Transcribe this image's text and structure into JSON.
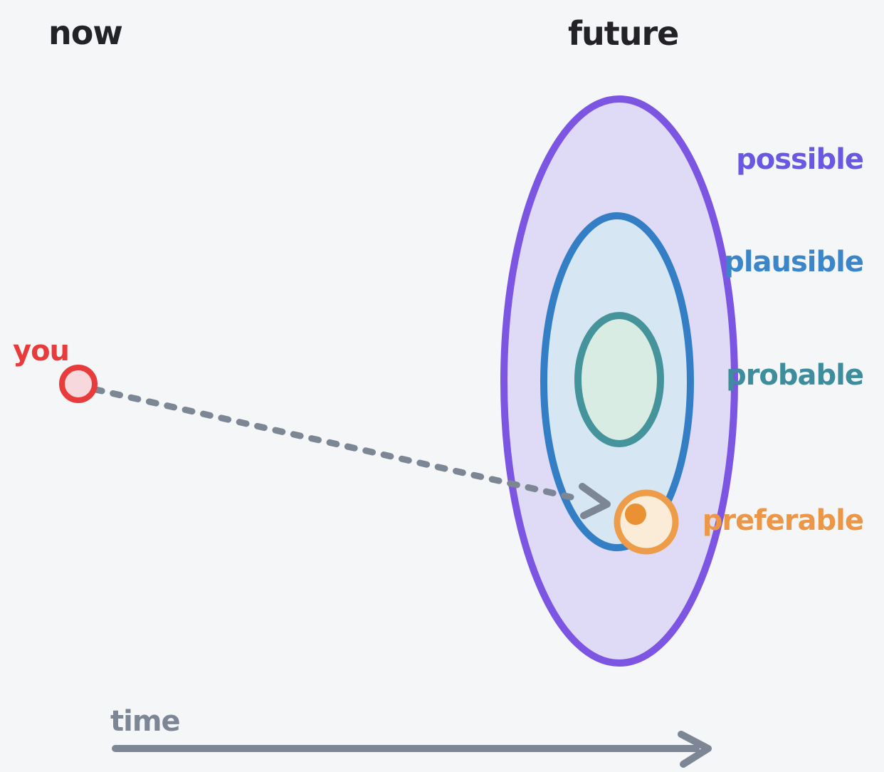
{
  "canvas": {
    "background": "#f4f6f8"
  },
  "labels": {
    "now": "now",
    "future": "future",
    "you": "you",
    "time": "time"
  },
  "cones": [
    {
      "name": "possible",
      "label": "possible",
      "stroke": "#7c55e2",
      "fill": "#dfdaf5",
      "label_color": "#6a57e2"
    },
    {
      "name": "plausible",
      "label": "plausible",
      "stroke": "#337ec4",
      "fill": "#d6e6f2",
      "label_color": "#3b85c9"
    },
    {
      "name": "probable",
      "label": "probable",
      "stroke": "#45939b",
      "fill": "#d9ece3",
      "label_color": "#3d8d9c"
    },
    {
      "name": "preferable",
      "label": "preferable",
      "stroke": "#ed9c4a",
      "fill": "#faecd7",
      "label_color": "#eb9747"
    }
  ],
  "you_marker": {
    "stroke": "#e83c3c",
    "fill": "#f7d8dc",
    "label_color": "#e83c3c"
  },
  "preferable_marker": {
    "stroke": "#ed9c4a",
    "fill": "#faecd7",
    "dot": "#ea9134"
  },
  "arrow_color": "#7d8694",
  "heading_color": "#232327"
}
